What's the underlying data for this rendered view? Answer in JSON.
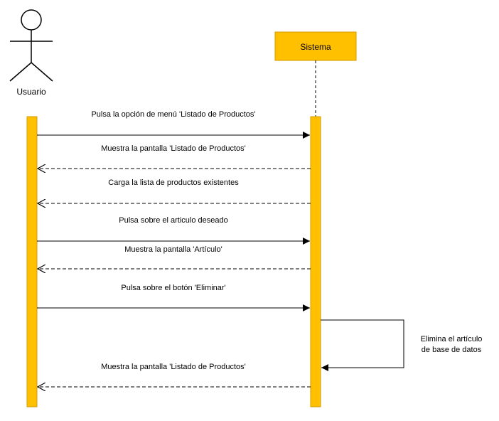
{
  "colors": {
    "activation_fill": "#FFC000",
    "activation_stroke": "#D79B00",
    "line": "#000000",
    "background": "#FFFFFF"
  },
  "actor": {
    "label": "Usuario"
  },
  "system": {
    "label": "Sistema"
  },
  "self_message": {
    "line1": "Elimina el artículo",
    "line2": "de base de datos"
  },
  "messages": [
    {
      "label": "Pulsa la opción de menú 'Listado de Productos'",
      "direction": "to-system",
      "style": "solid"
    },
    {
      "label": "Muestra la pantalla 'Listado de Productos'",
      "direction": "to-user",
      "style": "dashed"
    },
    {
      "label": "Carga la lista de productos existentes",
      "direction": "to-user",
      "style": "dashed"
    },
    {
      "label": "Pulsa sobre el articulo deseado",
      "direction": "to-system",
      "style": "solid"
    },
    {
      "label": "Muestra la pantalla 'Artículo'",
      "direction": "to-user",
      "style": "dashed"
    },
    {
      "label": "Pulsa sobre el botón 'Eliminar'",
      "direction": "to-system",
      "style": "solid"
    },
    {
      "label": "Muestra la pantalla 'Listado de Productos'",
      "direction": "to-user",
      "style": "dashed"
    }
  ]
}
